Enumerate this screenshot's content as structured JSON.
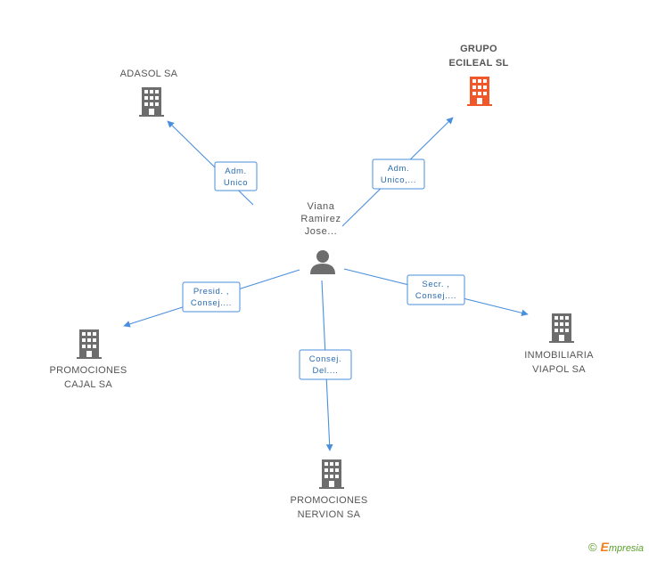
{
  "center": {
    "name_lines": [
      "Viana",
      "Ramirez",
      "Jose..."
    ],
    "icon": "person-icon"
  },
  "colors": {
    "edge": "#4a8fdd",
    "building_default": "#6d6d6d",
    "building_highlight": "#f0572a"
  },
  "companies": [
    {
      "id": "adasol",
      "name_lines": [
        "ADASOL SA"
      ],
      "role_lines": [
        "Adm.",
        "Unico"
      ],
      "highlight": false,
      "icon": "building-icon"
    },
    {
      "id": "grupo-ecileal",
      "name_lines": [
        "GRUPO",
        "ECILEAL SL"
      ],
      "role_lines": [
        "Adm.",
        "Unico,..."
      ],
      "highlight": true,
      "icon": "building-icon"
    },
    {
      "id": "promociones-cajal",
      "name_lines": [
        "PROMOCIONES",
        "CAJAL SA"
      ],
      "role_lines": [
        "Presid. ,",
        "Consej...."
      ],
      "highlight": false,
      "icon": "building-icon"
    },
    {
      "id": "promociones-nervion",
      "name_lines": [
        "PROMOCIONES",
        "NERVION SA"
      ],
      "role_lines": [
        "Consej.",
        "Del...."
      ],
      "highlight": false,
      "icon": "building-icon"
    },
    {
      "id": "inmobiliaria-viapol",
      "name_lines": [
        "INMOBILIARIA",
        "VIAPOL SA"
      ],
      "role_lines": [
        "Secr. ,",
        "Consej...."
      ],
      "highlight": false,
      "icon": "building-icon"
    }
  ],
  "footer": {
    "copyright": "©",
    "brand_initial": "E",
    "brand_rest": "mpresia"
  }
}
